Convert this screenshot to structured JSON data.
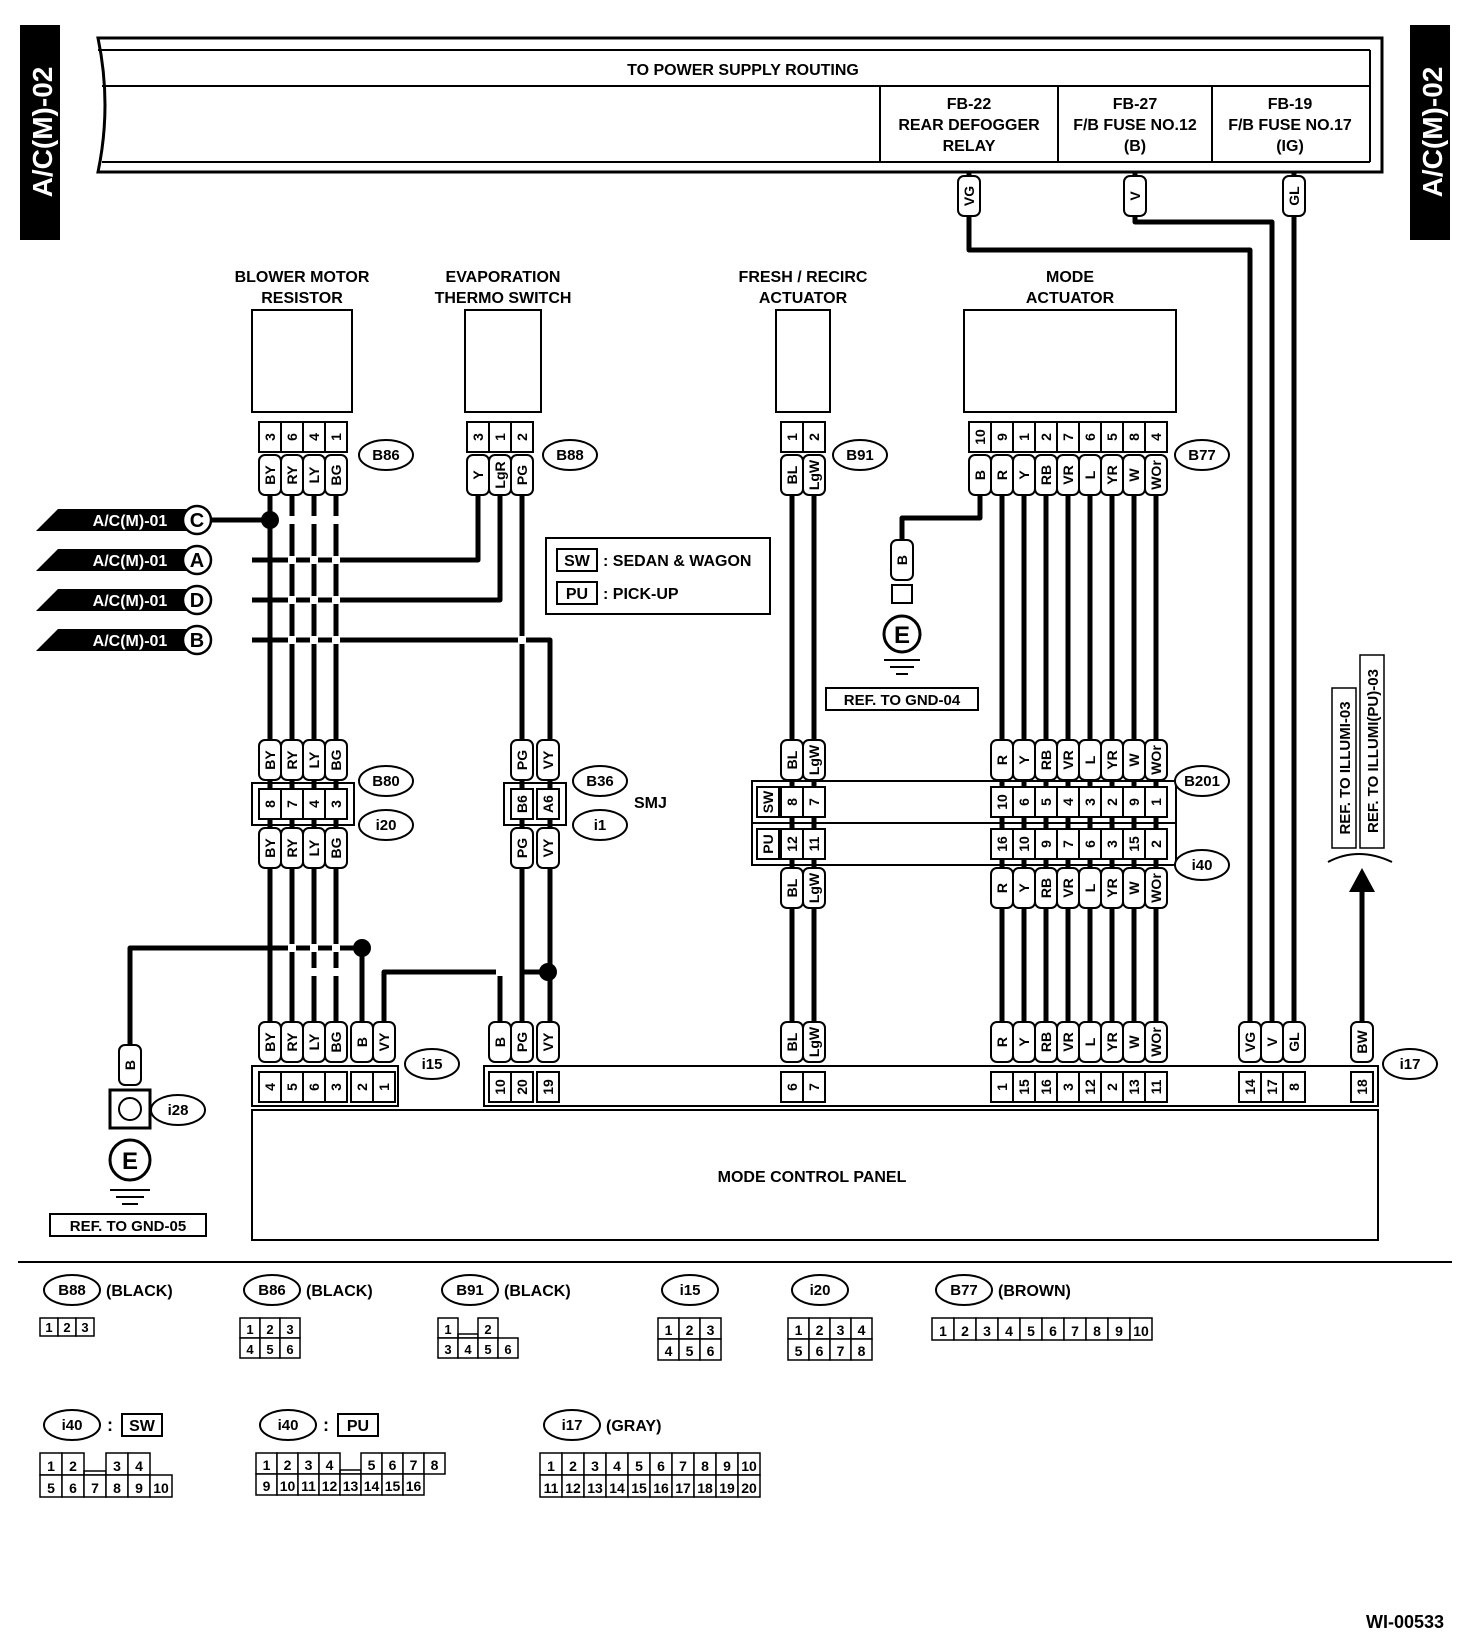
{
  "page": {
    "side_tag": "A/C(M)-02",
    "figure_code": "WI-00533"
  },
  "power": {
    "title": "TO POWER SUPPLY ROUTING",
    "fuses": [
      {
        "lines": [
          "FB-22",
          "REAR DEFOGGER",
          "RELAY"
        ],
        "wire": "VG"
      },
      {
        "lines": [
          "FB-27",
          "F/B FUSE NO.12",
          "(B)"
        ],
        "wire": "V"
      },
      {
        "lines": [
          "FB-19",
          "F/B FUSE NO.17",
          "(IG)"
        ],
        "wire": "GL"
      }
    ]
  },
  "components": [
    {
      "lines": [
        "BLOWER MOTOR",
        "RESISTOR"
      ],
      "connector": "B86",
      "pins": [
        "3",
        "6",
        "4",
        "1"
      ],
      "wires": [
        "BY",
        "RY",
        "LY",
        "BG"
      ]
    },
    {
      "lines": [
        "EVAPORATION",
        "THERMO SWITCH"
      ],
      "connector": "B88",
      "pins": [
        "3",
        "1",
        "2"
      ],
      "wires": [
        "Y",
        "LgR",
        "PG"
      ]
    },
    {
      "lines": [
        "FRESH / RECIRC",
        "ACTUATOR"
      ],
      "connector": "B91",
      "pins": [
        "1",
        "2"
      ],
      "wires": [
        "BL",
        "LgW"
      ]
    },
    {
      "lines": [
        "MODE",
        "ACTUATOR"
      ],
      "connector": "B77",
      "pins": [
        "10",
        "9",
        "1",
        "2",
        "7",
        "6",
        "5",
        "8",
        "4"
      ],
      "wires": [
        "B",
        "R",
        "Y",
        "RB",
        "VR",
        "L",
        "YR",
        "W",
        "WOr"
      ]
    }
  ],
  "refs": [
    {
      "label": "A/C(M)-01",
      "letter": "C"
    },
    {
      "label": "A/C(M)-01",
      "letter": "A"
    },
    {
      "label": "A/C(M)-01",
      "letter": "D"
    },
    {
      "label": "A/C(M)-01",
      "letter": "B"
    }
  ],
  "legend": [
    {
      "code": "SW",
      "text": ": SEDAN & WAGON"
    },
    {
      "code": "PU",
      "text": ": PICK-UP"
    }
  ],
  "grounds": [
    {
      "wire": "B",
      "symbol": "E",
      "ref": "REF. TO GND-04"
    },
    {
      "wire": "B",
      "connector": "i28",
      "symbol": "E",
      "ref": "REF. TO GND-05"
    }
  ],
  "illumi": {
    "refs": [
      "REF. TO ILLUMI-03",
      "REF. TO ILLUMI(PU)-03"
    ],
    "wire": "BW"
  },
  "junctions": {
    "b80": {
      "top": "B80",
      "bottom": "i20",
      "pins": [
        "8",
        "7",
        "4",
        "3"
      ],
      "wires": [
        "BY",
        "RY",
        "LY",
        "BG"
      ]
    },
    "b36": {
      "top": "B36",
      "bottom": "i1",
      "label": "SMJ",
      "pins": [
        "B6",
        "A6"
      ],
      "wires": [
        "PG",
        "VY"
      ]
    },
    "b201": {
      "top": "B201",
      "bottom": "i40",
      "sw": "SW",
      "pu": "PU",
      "sw_pins": [
        "8",
        "7",
        "10",
        "6",
        "5",
        "4",
        "3",
        "2",
        "9",
        "1"
      ],
      "pu_pins": [
        "12",
        "11",
        "16",
        "10",
        "9",
        "7",
        "6",
        "3",
        "15",
        "2"
      ],
      "wires": [
        "BL",
        "LgW",
        "R",
        "Y",
        "RB",
        "VR",
        "L",
        "YR",
        "W",
        "WOr"
      ]
    }
  },
  "panel": {
    "title": "MODE CONTROL PANEL",
    "i15": {
      "name": "i15",
      "pins": [
        "4",
        "5",
        "6",
        "3",
        "2",
        "1"
      ],
      "wires": [
        "BY",
        "RY",
        "LY",
        "BG",
        "B",
        "VY"
      ]
    },
    "i17": {
      "name": "i17",
      "pins": [
        "10",
        "20",
        "19",
        "6",
        "7",
        "1",
        "15",
        "16",
        "3",
        "12",
        "2",
        "13",
        "11",
        "14",
        "17",
        "8",
        "18"
      ],
      "wires": [
        "B",
        "PG",
        "VY",
        "BL",
        "LgW",
        "R",
        "Y",
        "RB",
        "VR",
        "L",
        "YR",
        "W",
        "WOr",
        "VG",
        "V",
        "GL",
        "BW"
      ]
    }
  },
  "connector_views": [
    {
      "name": "B88",
      "color": "(BLACK)",
      "rows": [
        [
          "1",
          "2",
          "3"
        ]
      ]
    },
    {
      "name": "B86",
      "color": "(BLACK)",
      "rows": [
        [
          "1",
          "2",
          "3"
        ],
        [
          "4",
          "5",
          "6"
        ]
      ]
    },
    {
      "name": "B91",
      "color": "(BLACK)",
      "rows": [
        [
          "1",
          "",
          "2"
        ],
        [
          "3",
          "4",
          "5",
          "6"
        ]
      ]
    },
    {
      "name": "i15",
      "color": "",
      "rows": [
        [
          "1",
          "2",
          "3"
        ],
        [
          "4",
          "5",
          "6"
        ]
      ]
    },
    {
      "name": "i20",
      "color": "",
      "rows": [
        [
          "1",
          "2",
          "3",
          "4"
        ],
        [
          "5",
          "6",
          "7",
          "8"
        ]
      ]
    },
    {
      "name": "B77",
      "color": "(BROWN)",
      "rows": [
        [
          "1",
          "2",
          "3",
          "4",
          "5",
          "6",
          "7",
          "8",
          "9",
          "10"
        ]
      ]
    },
    {
      "name": "i40",
      "color": "",
      "variant": "SW",
      "rows": [
        [
          "1",
          "2",
          "",
          "3",
          "4"
        ],
        [
          "5",
          "6",
          "7",
          "8",
          "9",
          "10"
        ]
      ]
    },
    {
      "name": "i40",
      "color": "",
      "variant": "PU",
      "rows": [
        [
          "1",
          "2",
          "3",
          "4",
          "",
          "5",
          "6",
          "7",
          "8"
        ],
        [
          "9",
          "10",
          "11",
          "12",
          "13",
          "14",
          "15",
          "16"
        ]
      ]
    },
    {
      "name": "i17",
      "color": "(GRAY)",
      "rows": [
        [
          "1",
          "2",
          "3",
          "4",
          "5",
          "6",
          "7",
          "8",
          "9",
          "10"
        ],
        [
          "11",
          "12",
          "13",
          "14",
          "15",
          "16",
          "17",
          "18",
          "19",
          "20"
        ]
      ]
    }
  ]
}
